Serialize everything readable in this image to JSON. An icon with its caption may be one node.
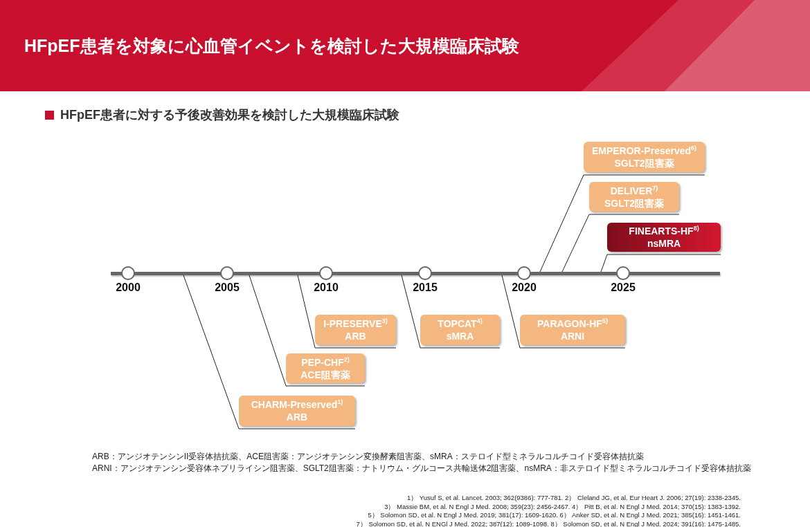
{
  "diagram": {
    "title": "HFpEF患者を対象に心血管イベントを検討した大規模臨床試験",
    "nodes": [
      {
        "text": [],
        "shape": "bar"
      },
      {
        "text": [
          "2000"
        ]
      },
      {
        "text": [
          "2005"
        ]
      },
      {
        "text": [
          "2010"
        ]
      },
      {
        "text": [
          "2015"
        ]
      },
      {
        "text": [
          "2020"
        ]
      },
      {
        "text": [
          "2025"
        ]
      },
      {
        "text": [
          "EMPEROR-Preserved$^{6)}$",
          "SGLT2阻害薬"
        ]
      },
      {
        "text": [
          "DELIVER$^{7)}$",
          "SGLT2阻害薬"
        ]
      },
      {
        "text": [
          "FINEARTS-HF$^{8)}$",
          "nsMRA"
        ]
      },
      {
        "text": [
          "I-PRESERVE$^{3)}$",
          "ARB"
        ]
      },
      {
        "text": [
          "TOPCAT$^{4)}$",
          "sMRA"
        ]
      },
      {
        "text": [
          "PARAGON-HF$^{5)}$",
          "ARNI"
        ]
      },
      {
        "text": [
          "PEP-CHF$^{2)}$",
          "ACE阻害薬"
        ]
      },
      {
        "text": [
          "CHARM-Preserved$^{1)}$",
          "ARB"
        ]
      }
    ],
    "edges": [
      {
        "from": 0,
        "to": 7,
        "arrow": "none"
      },
      {
        "from": 0,
        "to": 8,
        "arrow": "none"
      },
      {
        "from": 0,
        "to": 9,
        "arrow": "none"
      },
      {
        "from": 0,
        "to": 10,
        "arrow": "none"
      },
      {
        "from": 0,
        "to": 11,
        "arrow": "none"
      },
      {
        "from": 0,
        "to": 12,
        "arrow": "none"
      },
      {
        "from": 0,
        "to": 13,
        "arrow": "none"
      },
      {
        "from": 0,
        "to": 14,
        "arrow": "none"
      }
    ],
    "labels": [
      "HFpEF患者に対する予後改善効果を検討した大規模臨床試験",
      "ARB：アンジオテンシンII受容体拮抗薬、ACE阻害薬：アンジオテンシン変換酵素阻害薬、sMRA：ステロイド型ミネラルコルチコイド受容体拮抗薬",
      "ARNI：アンジオテンシン受容体ネプリライシン阻害薬、SGLT2阻害薬：ナトリウム・グルコース共輸送体2阻害薬、nsMRA：非ステロイド型ミネラルコルチコイド受容体拮抗薬",
      "1） Yusuf S, et al. Lancet. 2003; 362(9386): 777-781. 2） Cleland JG, et al. Eur Heart J. 2006; 27(19): 2338-2345.",
      "3） Massie BM, et al. N Engl J Med. 2008; 359(23): 2456-2467. 4） Pitt B, et al. N Engl J Med. 2014; 370(15): 1383-1392.",
      "5） Solomon SD, et al. N Engl J Med. 2019; 381(17): 1609-1620. 6） Anker SD, et al. N Engl J Med. 2021; 385(16): 1451-1461.",
      "7） Solomon SD, et al. N ENGl J Med. 2022; 387(12): 1089-1098. 8） Solomon SD, et al. N Engl J Med. 2024; 391(16): 1475-1485."
    ]
  }
}
